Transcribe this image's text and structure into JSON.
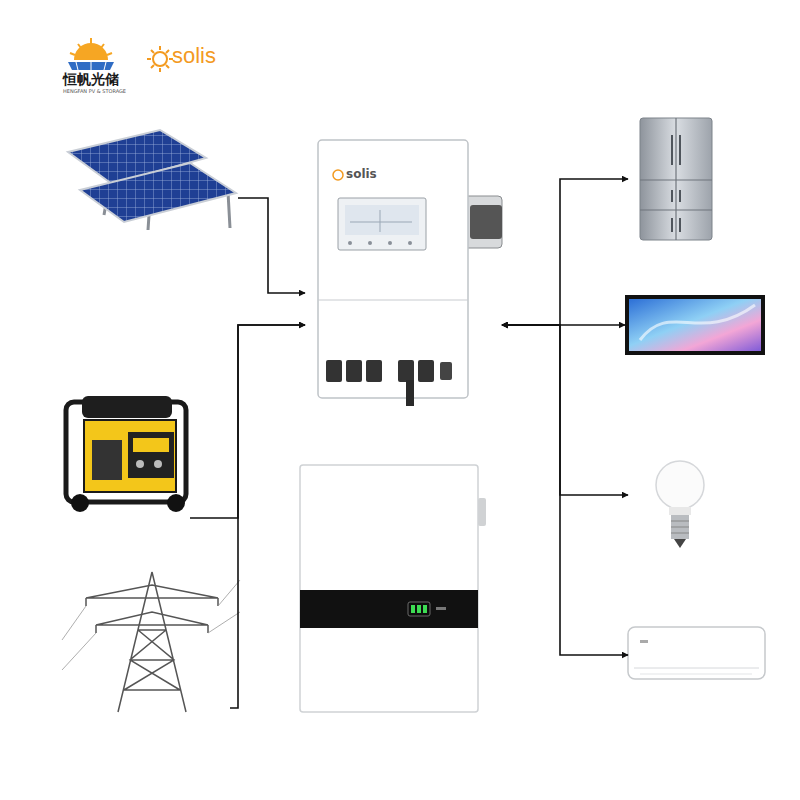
{
  "diagram": {
    "nodes": [
      {
        "text": []
      },
      {
        "text": [
          "solis"
        ]
      },
      {
        "text": []
      },
      {
        "text": []
      },
      {
        "text": []
      },
      {
        "text": []
      },
      {
        "text": []
      },
      {
        "text": []
      },
      {
        "text": []
      }
    ],
    "edges": [
      {
        "from": 0,
        "to": 1,
        "arrow": "to"
      },
      {
        "from": 2,
        "to": 1,
        "arrow": "to"
      },
      {
        "from": 3,
        "to": 1,
        "arrow": "to"
      },
      {
        "from": 1,
        "to": 5,
        "arrow": "both"
      },
      {
        "from": 1,
        "to": 6,
        "arrow": "both"
      },
      {
        "from": 1,
        "to": 7,
        "arrow": "both"
      },
      {
        "from": 1,
        "to": 8,
        "arrow": "both"
      }
    ],
    "labels": [
      "恒帆光储",
      "HENGFAN PV & STORAGE",
      "solis"
    ]
  }
}
